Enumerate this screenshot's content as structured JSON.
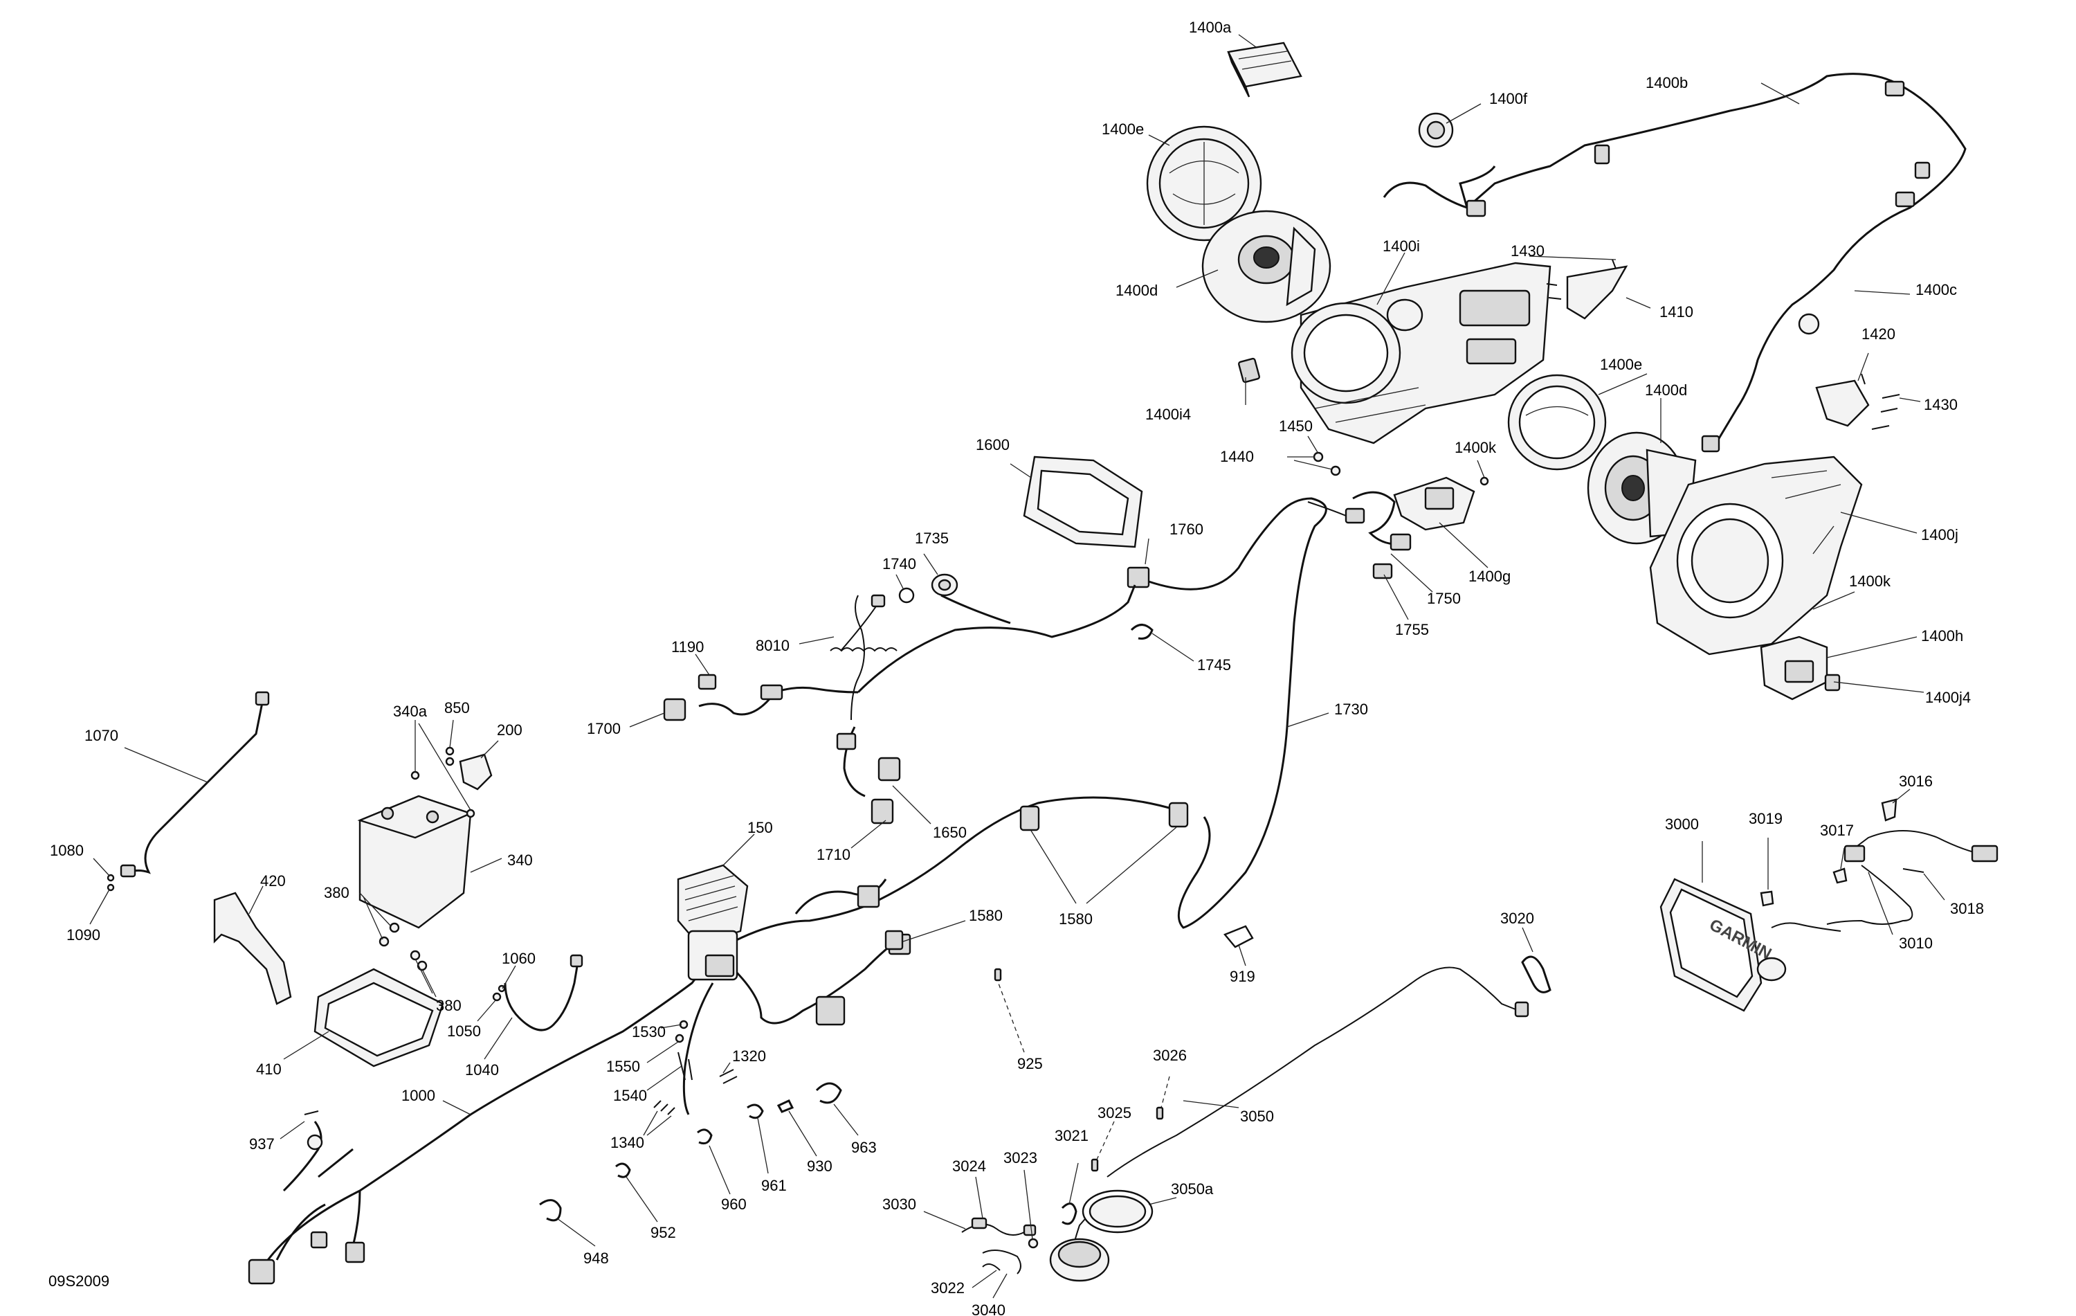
{
  "document_id": "09S2009",
  "brand_on_display": "GARMIN",
  "labels": {
    "l1400a": "1400a",
    "l1400b": "1400b",
    "l1400c": "1400c",
    "l1400d_top": "1400d",
    "l1400d_mid": "1400d",
    "l1400e_top": "1400e",
    "l1400e_mid": "1400e",
    "l1400f": "1400f",
    "l1400g": "1400g",
    "l1400h": "1400h",
    "l1400i": "1400i",
    "l1400i4": "1400i4",
    "l1400j": "1400j",
    "l1400j4": "1400j4",
    "l1400k_top": "1400k",
    "l1400k_bot": "1400k",
    "l1410": "1410",
    "l1420": "1420",
    "l1430_top": "1430",
    "l1430_right": "1430",
    "l1440": "1440",
    "l1450": "1450",
    "l1600": "1600",
    "l1735": "1735",
    "l1740": "1740",
    "l1760": "1760",
    "l1745": "1745",
    "l1750": "1750",
    "l1755": "1755",
    "l1730": "1730",
    "l8010": "8010",
    "l1190": "1190",
    "l1700": "1700",
    "l1650": "1650",
    "l1710": "1710",
    "l150": "150",
    "l1580_a": "1580",
    "l1580_b": "1580",
    "l919": "919",
    "l925": "925",
    "l3020": "3020",
    "l3026": "3026",
    "l3025": "3025",
    "l3050": "3050",
    "l3021": "3021",
    "l3050a": "3050a",
    "l3023": "3023",
    "l3024": "3024",
    "l3030": "3030",
    "l3022": "3022",
    "l3040": "3040",
    "l3000": "3000",
    "l3019": "3019",
    "l3017": "3017",
    "l3016": "3016",
    "l3018": "3018",
    "l3010": "3010",
    "l1070": "1070",
    "l1080": "1080",
    "l1090": "1090",
    "l340a": "340a",
    "l850": "850",
    "l200": "200",
    "l340": "340",
    "l420": "420",
    "l380_a": "380",
    "l380_b": "380",
    "l410": "410",
    "l1060": "1060",
    "l1050": "1050",
    "l1040": "1040",
    "l1530": "1530",
    "l1550": "1550",
    "l1540": "1540",
    "l1320": "1320",
    "l1340": "1340",
    "l1000": "1000",
    "l937": "937",
    "l948": "948",
    "l952": "952",
    "l960": "960",
    "l961": "961",
    "l930": "930",
    "l963": "963"
  }
}
